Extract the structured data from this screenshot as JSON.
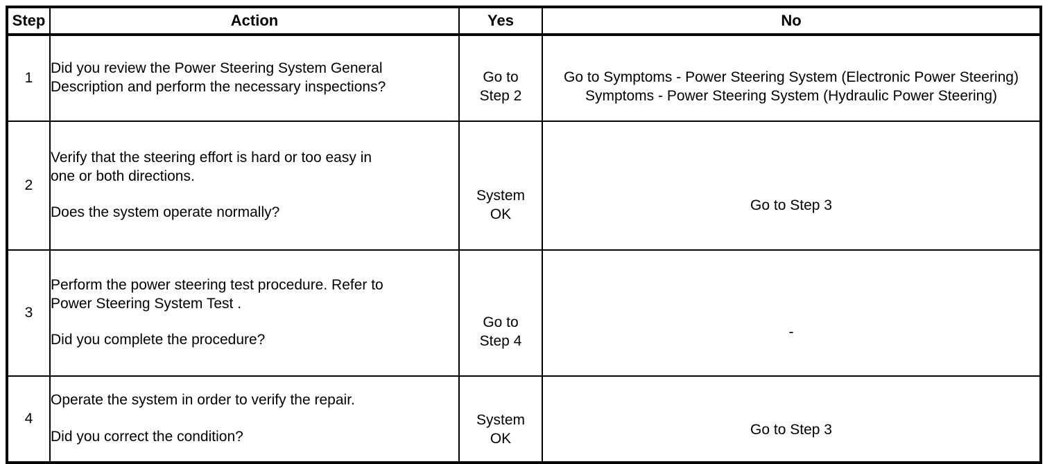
{
  "table": {
    "headers": {
      "step": "Step",
      "action": "Action",
      "yes": "Yes",
      "no": "No"
    },
    "rows": [
      {
        "step": "1",
        "action_line_1": "Did you review the Power Steering System General",
        "action_line_2": "Description and perform the necessary inspections?",
        "action_gap": false,
        "action_line_3": "",
        "yes_line_1": "Go to",
        "yes_line_2": "Step 2",
        "no": "Go to Symptoms - Power Steering System (Electronic Power Steering) Symptoms - Power Steering System (Hydraulic Power Steering)"
      },
      {
        "step": "2",
        "action_line_1": "Verify that the steering effort is hard or too easy in",
        "action_line_2": "one or both directions.",
        "action_gap": true,
        "action_line_3": "Does the system operate normally?",
        "yes_line_1": "System",
        "yes_line_2": "OK",
        "no": "Go to Step 3"
      },
      {
        "step": "3",
        "action_line_1": "Perform the power steering test procedure. Refer to",
        "action_line_2": "Power Steering System Test .",
        "action_gap": true,
        "action_line_3": "Did you complete the procedure?",
        "yes_line_1": "Go to",
        "yes_line_2": "Step 4",
        "no": "-"
      },
      {
        "step": "4",
        "action_line_1": "Operate the system in order to verify the repair.",
        "action_line_2": "",
        "action_gap": true,
        "action_line_3": "Did you correct the condition?",
        "yes_line_1": "System",
        "yes_line_2": "OK",
        "no": "Go to Step 3"
      }
    ]
  },
  "colors": {
    "border": "#000000",
    "text": "#000000",
    "background": "#ffffff"
  }
}
